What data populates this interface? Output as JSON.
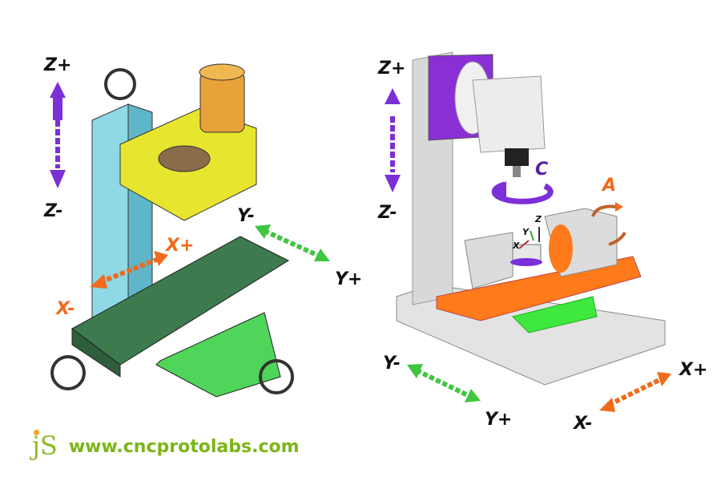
{
  "left_machine": {
    "z_plus": "Z+",
    "z_minus": "Z-",
    "x_plus": "X+",
    "x_minus": "X-",
    "y_minus": "Y-",
    "y_plus": "Y+"
  },
  "right_machine": {
    "z_plus": "Z+",
    "z_minus": "Z-",
    "c_axis": "C",
    "a_axis": "A",
    "coord_z": "Z",
    "coord_y": "Y",
    "coord_x": "X",
    "y_minus": "Y-",
    "y_plus": "Y+",
    "x_minus": "X-",
    "x_plus": "X+"
  },
  "footer": {
    "logo": "jS",
    "url": "www.cncprotolabs.com"
  },
  "colors": {
    "purple": "#7b2fd6",
    "green": "#3ec63e",
    "orange": "#f26a1b",
    "brand": "#7cb518"
  }
}
